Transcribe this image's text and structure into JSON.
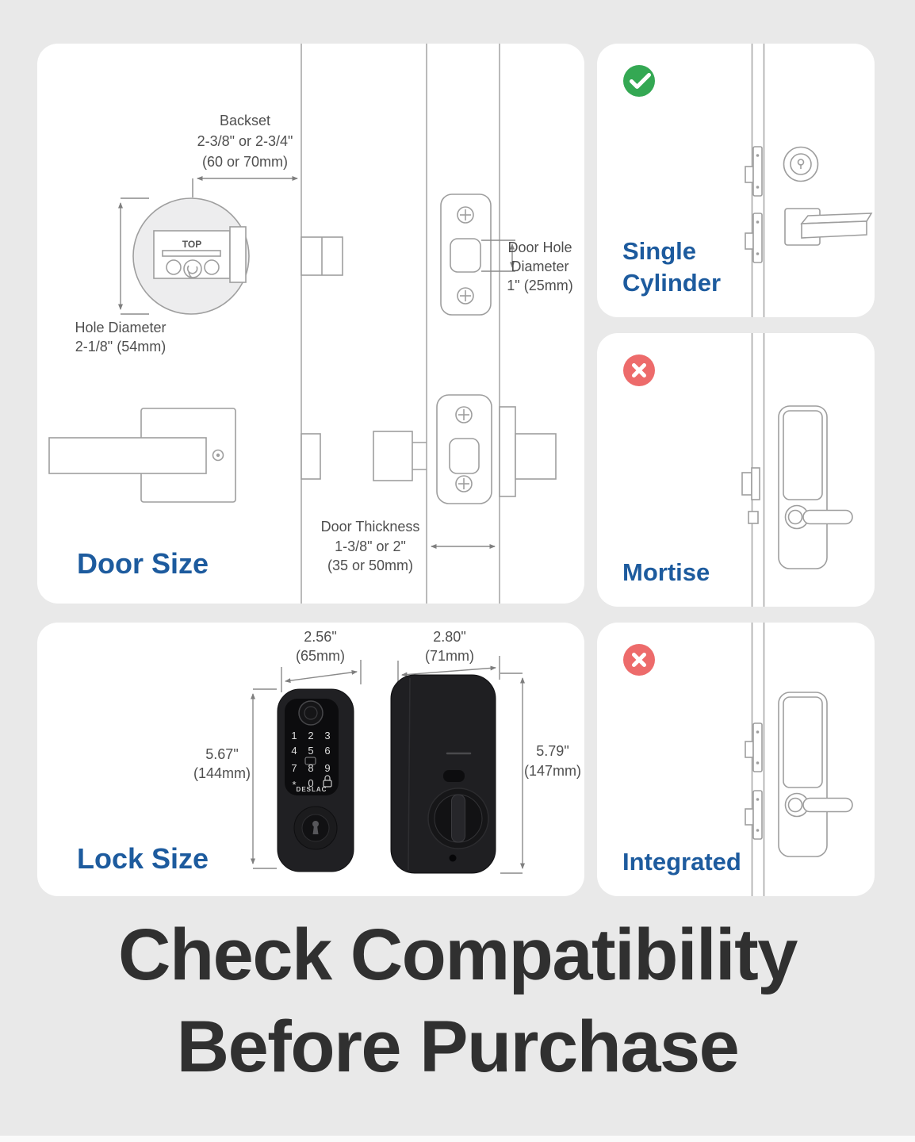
{
  "title": {
    "line1": "Check Compatibility",
    "line2": "Before Purchase"
  },
  "colors": {
    "background": "#e9e9e9",
    "panel": "#ffffff",
    "accent_blue": "#1d5b9e",
    "check_green": "#34a853",
    "cross_red": "#ed6b6b",
    "line_art": "#9e9e9e",
    "annotation_text": "#4f4f4f",
    "title_text": "#303030"
  },
  "door_size": {
    "label": "Door Size",
    "backset": {
      "l1": "Backset",
      "l2": "2-3/8\" or 2-3/4\"",
      "l3": "(60 or 70mm)"
    },
    "hole_diameter": {
      "l1": "Hole Diameter",
      "l2": "2-1/8\" (54mm)"
    },
    "door_hole": {
      "l1": "Door Hole",
      "l2": "Diameter",
      "l3": "1\" (25mm)"
    },
    "door_thickness": {
      "l1": "Door Thickness",
      "l2": "1-3/8\" or 2\"",
      "l3": "(35 or 50mm)"
    },
    "top_marking": "TOP"
  },
  "lock_size": {
    "label": "Lock Size",
    "front_width": {
      "l1": "2.56\"",
      "l2": "(65mm)"
    },
    "back_width": {
      "l1": "2.80\"",
      "l2": "(71mm)"
    },
    "front_height": {
      "l1": "5.67\"",
      "l2": "(144mm)"
    },
    "back_height": {
      "l1": "5.79\"",
      "l2": "(147mm)"
    },
    "keypad": {
      "r1": [
        "1",
        "2",
        "3"
      ],
      "r2": [
        "4",
        "5",
        "6"
      ],
      "r3": [
        "7",
        "8",
        "9"
      ],
      "r4": [
        "*",
        "0"
      ]
    },
    "brand": "DESLAC"
  },
  "compatibility": {
    "single_cylinder": {
      "label_line1": "Single",
      "label_line2": "Cylinder",
      "status": "compatible"
    },
    "mortise": {
      "label": "Mortise",
      "status": "not_compatible"
    },
    "integrated": {
      "label": "Integrated",
      "status": "not_compatible"
    }
  }
}
